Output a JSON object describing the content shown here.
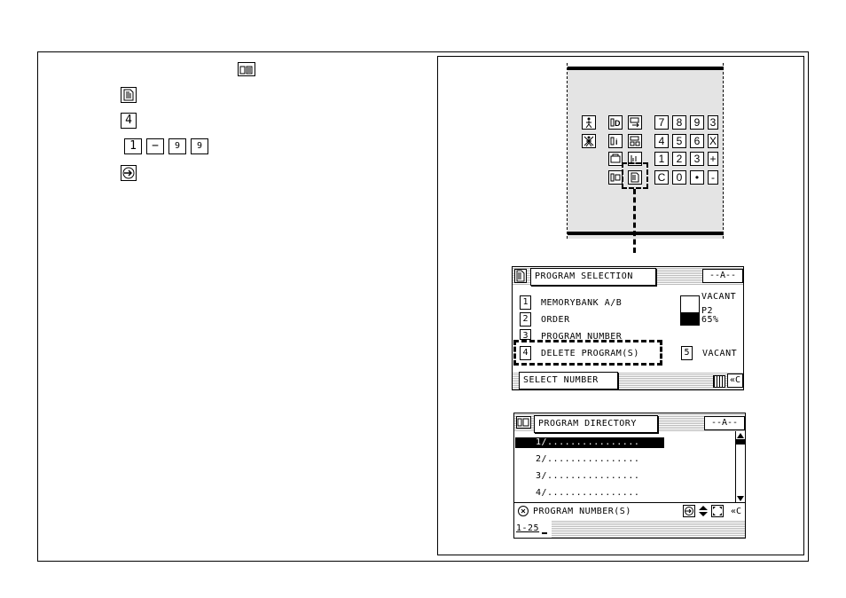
{
  "instructions": {
    "step_keys": [
      {
        "icon": "program-directory-icon"
      },
      {
        "icon": "program-selection-icon"
      },
      {
        "label": "4"
      },
      {
        "labels": [
          "1",
          "−",
          "9",
          "9"
        ]
      },
      {
        "icon": "enter-icon"
      }
    ]
  },
  "keypad": {
    "digits": [
      "7",
      "8",
      "9",
      "3",
      "4",
      "5",
      "6",
      "X",
      "1",
      "2",
      "3",
      "+",
      "C",
      "0",
      "•",
      "-"
    ]
  },
  "program_selection": {
    "title": "PROGRAM SELECTION",
    "memory_indicator": "--A--",
    "options": [
      {
        "num": "1",
        "label": "MEMORYBANK A/B"
      },
      {
        "num": "2",
        "label": "ORDER"
      },
      {
        "num": "3",
        "label": "PROGRAM NUMBER"
      },
      {
        "num": "4",
        "label": "DELETE PROGRAM(S)"
      }
    ],
    "vacant_label": "VACANT",
    "p2_label": "P2",
    "p2_percent": "65%",
    "fill_fraction": 0.45,
    "option5_num": "5",
    "option5_label": "VACANT",
    "footer": "SELECT NUMBER",
    "footer_right": "«C"
  },
  "program_directory": {
    "title": "PROGRAM DIRECTORY",
    "memory_indicator": "--A--",
    "rows": [
      "1/................",
      "2/................",
      "3/................",
      "4/................"
    ],
    "selected_row": 0,
    "prompt": "PROGRAM NUMBER(S)",
    "input_value": "1-25",
    "footer_right": "«C"
  }
}
